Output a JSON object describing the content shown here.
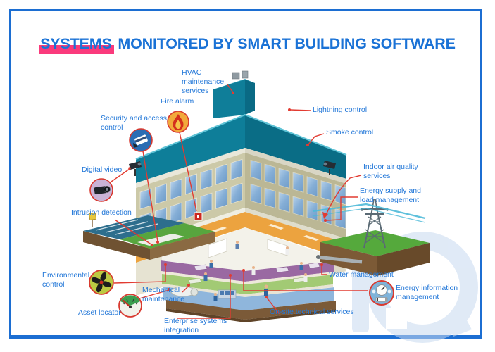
{
  "title": {
    "highlight": "SYSTEMS",
    "rest": " MONITORED BY SMART BUILDING SOFTWARE",
    "text_color": "#1a72d6",
    "highlight_color": "#fa3a7c"
  },
  "colors": {
    "frame_border": "#1c6ed2",
    "label_text": "#2277d8",
    "leader_line": "#e23b31",
    "building_teal": "#0e7e99",
    "building_wall": "#ccc9a8",
    "window_blue": "#85aed6",
    "orange_band": "#eca33f",
    "purple_floor": "#9a69a2",
    "green_floor": "#a2ca74",
    "basement_blue": "#8fb6dc",
    "earth_brown": "#7b5a38",
    "grass_green": "#55a93c",
    "watermark_blue": "#c7d9f0"
  },
  "watermark": {
    "text": "HQ"
  },
  "labels": [
    {
      "id": "hvac",
      "text": "HVAC\nmaintenance\nservices",
      "icon": null
    },
    {
      "id": "fire",
      "text": "Fire alarm",
      "icon": "flame-icon"
    },
    {
      "id": "security",
      "text": "Security and access\ncontrol",
      "icon": "keycard-icon"
    },
    {
      "id": "video",
      "text": "Digital video",
      "icon": "camera-icon"
    },
    {
      "id": "intrusion",
      "text": "Intrusion detection",
      "icon": null
    },
    {
      "id": "environmental",
      "text": "Environmental\ncontrol",
      "icon": "fan-icon"
    },
    {
      "id": "asset",
      "text": "Asset locator",
      "icon": "gauge-icon"
    },
    {
      "id": "mechanical",
      "text": "Mechanical\nmaintenance",
      "icon": null
    },
    {
      "id": "enterprise",
      "text": "Enterprise systems\nintegration",
      "icon": null
    },
    {
      "id": "onsite",
      "text": "On-site technical services",
      "icon": null
    },
    {
      "id": "water",
      "text": "Water management",
      "icon": null
    },
    {
      "id": "energyinfo",
      "text": "Energy information\nmanagement",
      "icon": "meter-icon"
    },
    {
      "id": "energysupply",
      "text": "Energy supply and\nload management",
      "icon": null
    },
    {
      "id": "indoorair",
      "text": "Indoor air quality\nservices",
      "icon": null
    },
    {
      "id": "smoke",
      "text": "Smoke control",
      "icon": null
    },
    {
      "id": "lightning",
      "text": "Lightning control",
      "icon": null
    }
  ]
}
